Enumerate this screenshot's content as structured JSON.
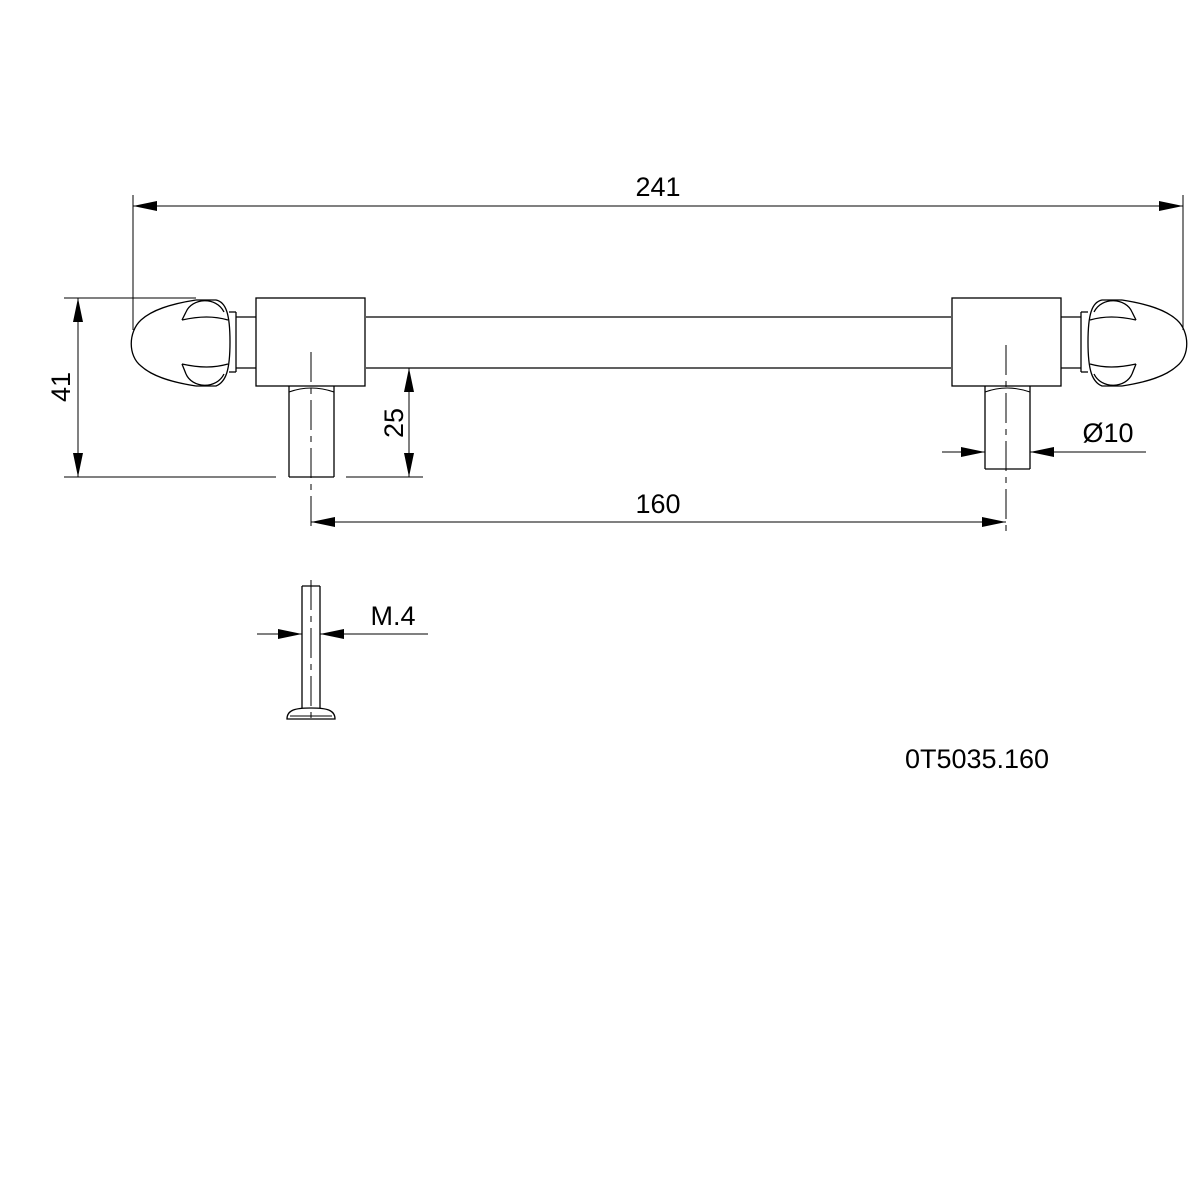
{
  "dimensions": {
    "overall_length": "241",
    "height": "41",
    "leg_height": "25",
    "hole_spacing": "160",
    "leg_diameter": "Ø10",
    "screw_thread": "M.4"
  },
  "product_code": "0T5035.160"
}
